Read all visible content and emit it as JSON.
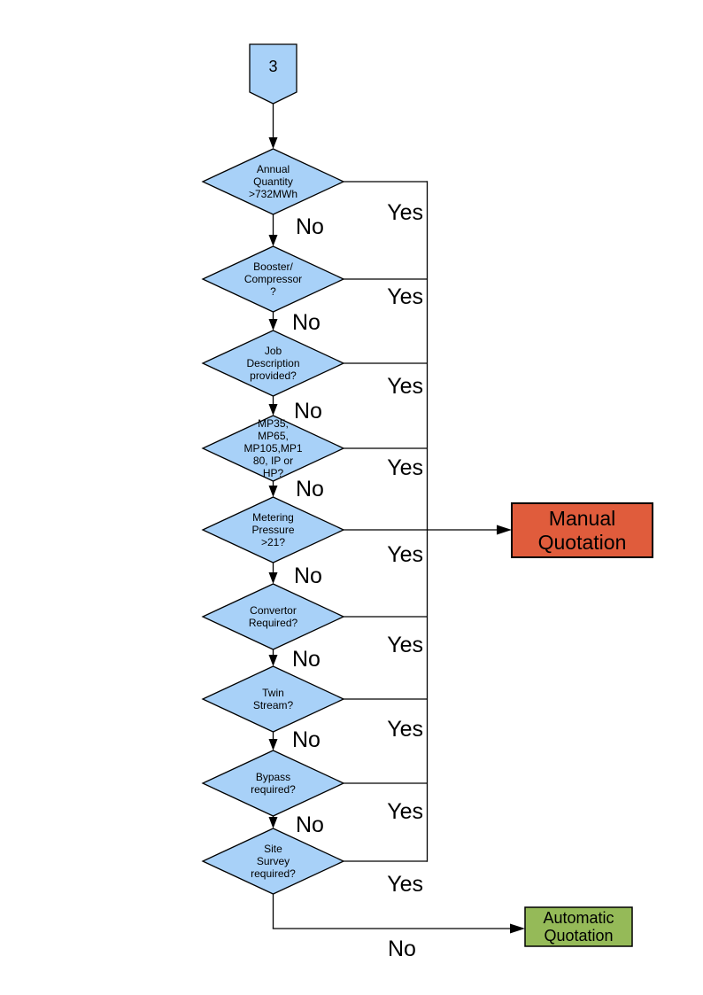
{
  "connector": {
    "label": "3"
  },
  "labels": {
    "yes": "Yes",
    "no": "No"
  },
  "diamonds": [
    {
      "id": "annual-quantity",
      "label": "Annual\nQuantity\n>732MWh"
    },
    {
      "id": "booster-compressor",
      "label": "Booster/\nCompressor\n?"
    },
    {
      "id": "job-description",
      "label": "Job\nDescription\nprovided?"
    },
    {
      "id": "meter-type",
      "label": "MP35,\nMP65,\nMP105,MP1\n80, IP or\nHP?"
    },
    {
      "id": "metering-pressure",
      "label": "Metering\nPressure\n>21?"
    },
    {
      "id": "convertor",
      "label": "Convertor\nRequired?"
    },
    {
      "id": "twin-stream",
      "label": "Twin\nStream?"
    },
    {
      "id": "bypass",
      "label": "Bypass\nrequired?"
    },
    {
      "id": "site-survey",
      "label": "Site\nSurvey\nrequired?"
    }
  ],
  "outcomes": {
    "manual": {
      "label": "Manual\nQuotation",
      "color": "#E05C3C"
    },
    "automatic": {
      "label": "Automatic\nQuotation",
      "color": "#95BA58"
    }
  },
  "colors": {
    "decision_fill": "#A8D1F8",
    "line": "#000000"
  }
}
